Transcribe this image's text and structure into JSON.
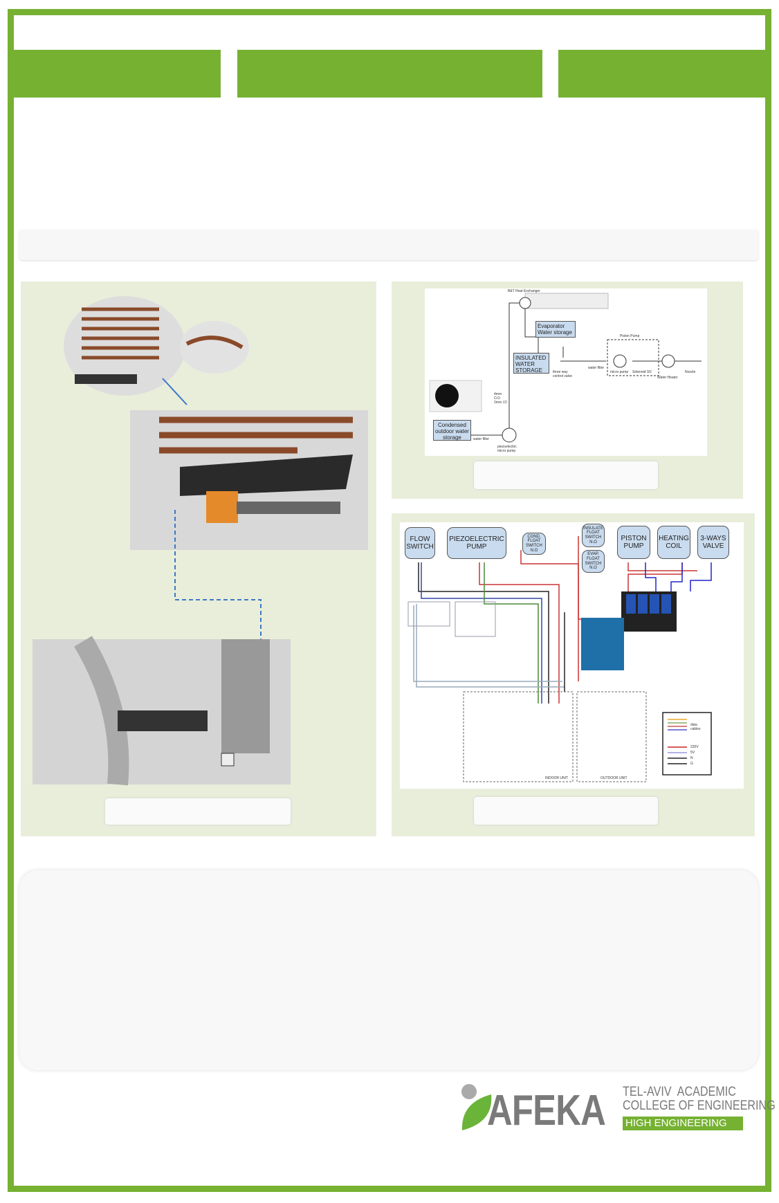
{
  "diagram_piping": {
    "title": "B&T Heat Exchanger",
    "evaporator": "Evaporator Water storage",
    "insulated": "INSULATED WATER STORAGE",
    "condensed": "Condensed outdoor water storage",
    "piston_group": "Piston Pump",
    "three_way": "three way control valve",
    "water_filter": "water filter",
    "micro_pump": "micro pump",
    "solenoid": "Solenoid 3/2",
    "water_heater": "Water Heater",
    "nozzle": "Nozzle",
    "piezo": "piezoelectric micro pump",
    "tube": "4mm O.D 2mm I.D"
  },
  "diagram_wiring": {
    "flow_switch": "FLOW SWITCH",
    "piezo_pump": "PIEZOELECTRIC PUMP",
    "cond_float": "COND. FLOAT SWITCH N.O",
    "insulate_float": "INSULATE FLOAT SWITCH N.O",
    "evap_float": "EVAP. FLOAT SWITCH N.O",
    "piston_pump": "PISTON PUMP",
    "heating_coil": "HEATING COIL",
    "three_ways": "3-WAYS VALVE",
    "indoor_unit": "INDOOR UNIT",
    "outdoor_unit": "OUTDOOR UNIT",
    "legend_data": "data cables",
    "legend_220": "220V",
    "legend_5v": "5V",
    "legend_n": "N",
    "legend_g": "G"
  },
  "logo": {
    "name": "AFEKA",
    "line1": "TEL-AVIV  ACADEMIC",
    "line2": "COLLEGE OF ENGINEERING",
    "tagline": "HIGH ENGINEERING"
  },
  "colors": {
    "accent": "#76b132",
    "panel": "#e9eedb"
  }
}
